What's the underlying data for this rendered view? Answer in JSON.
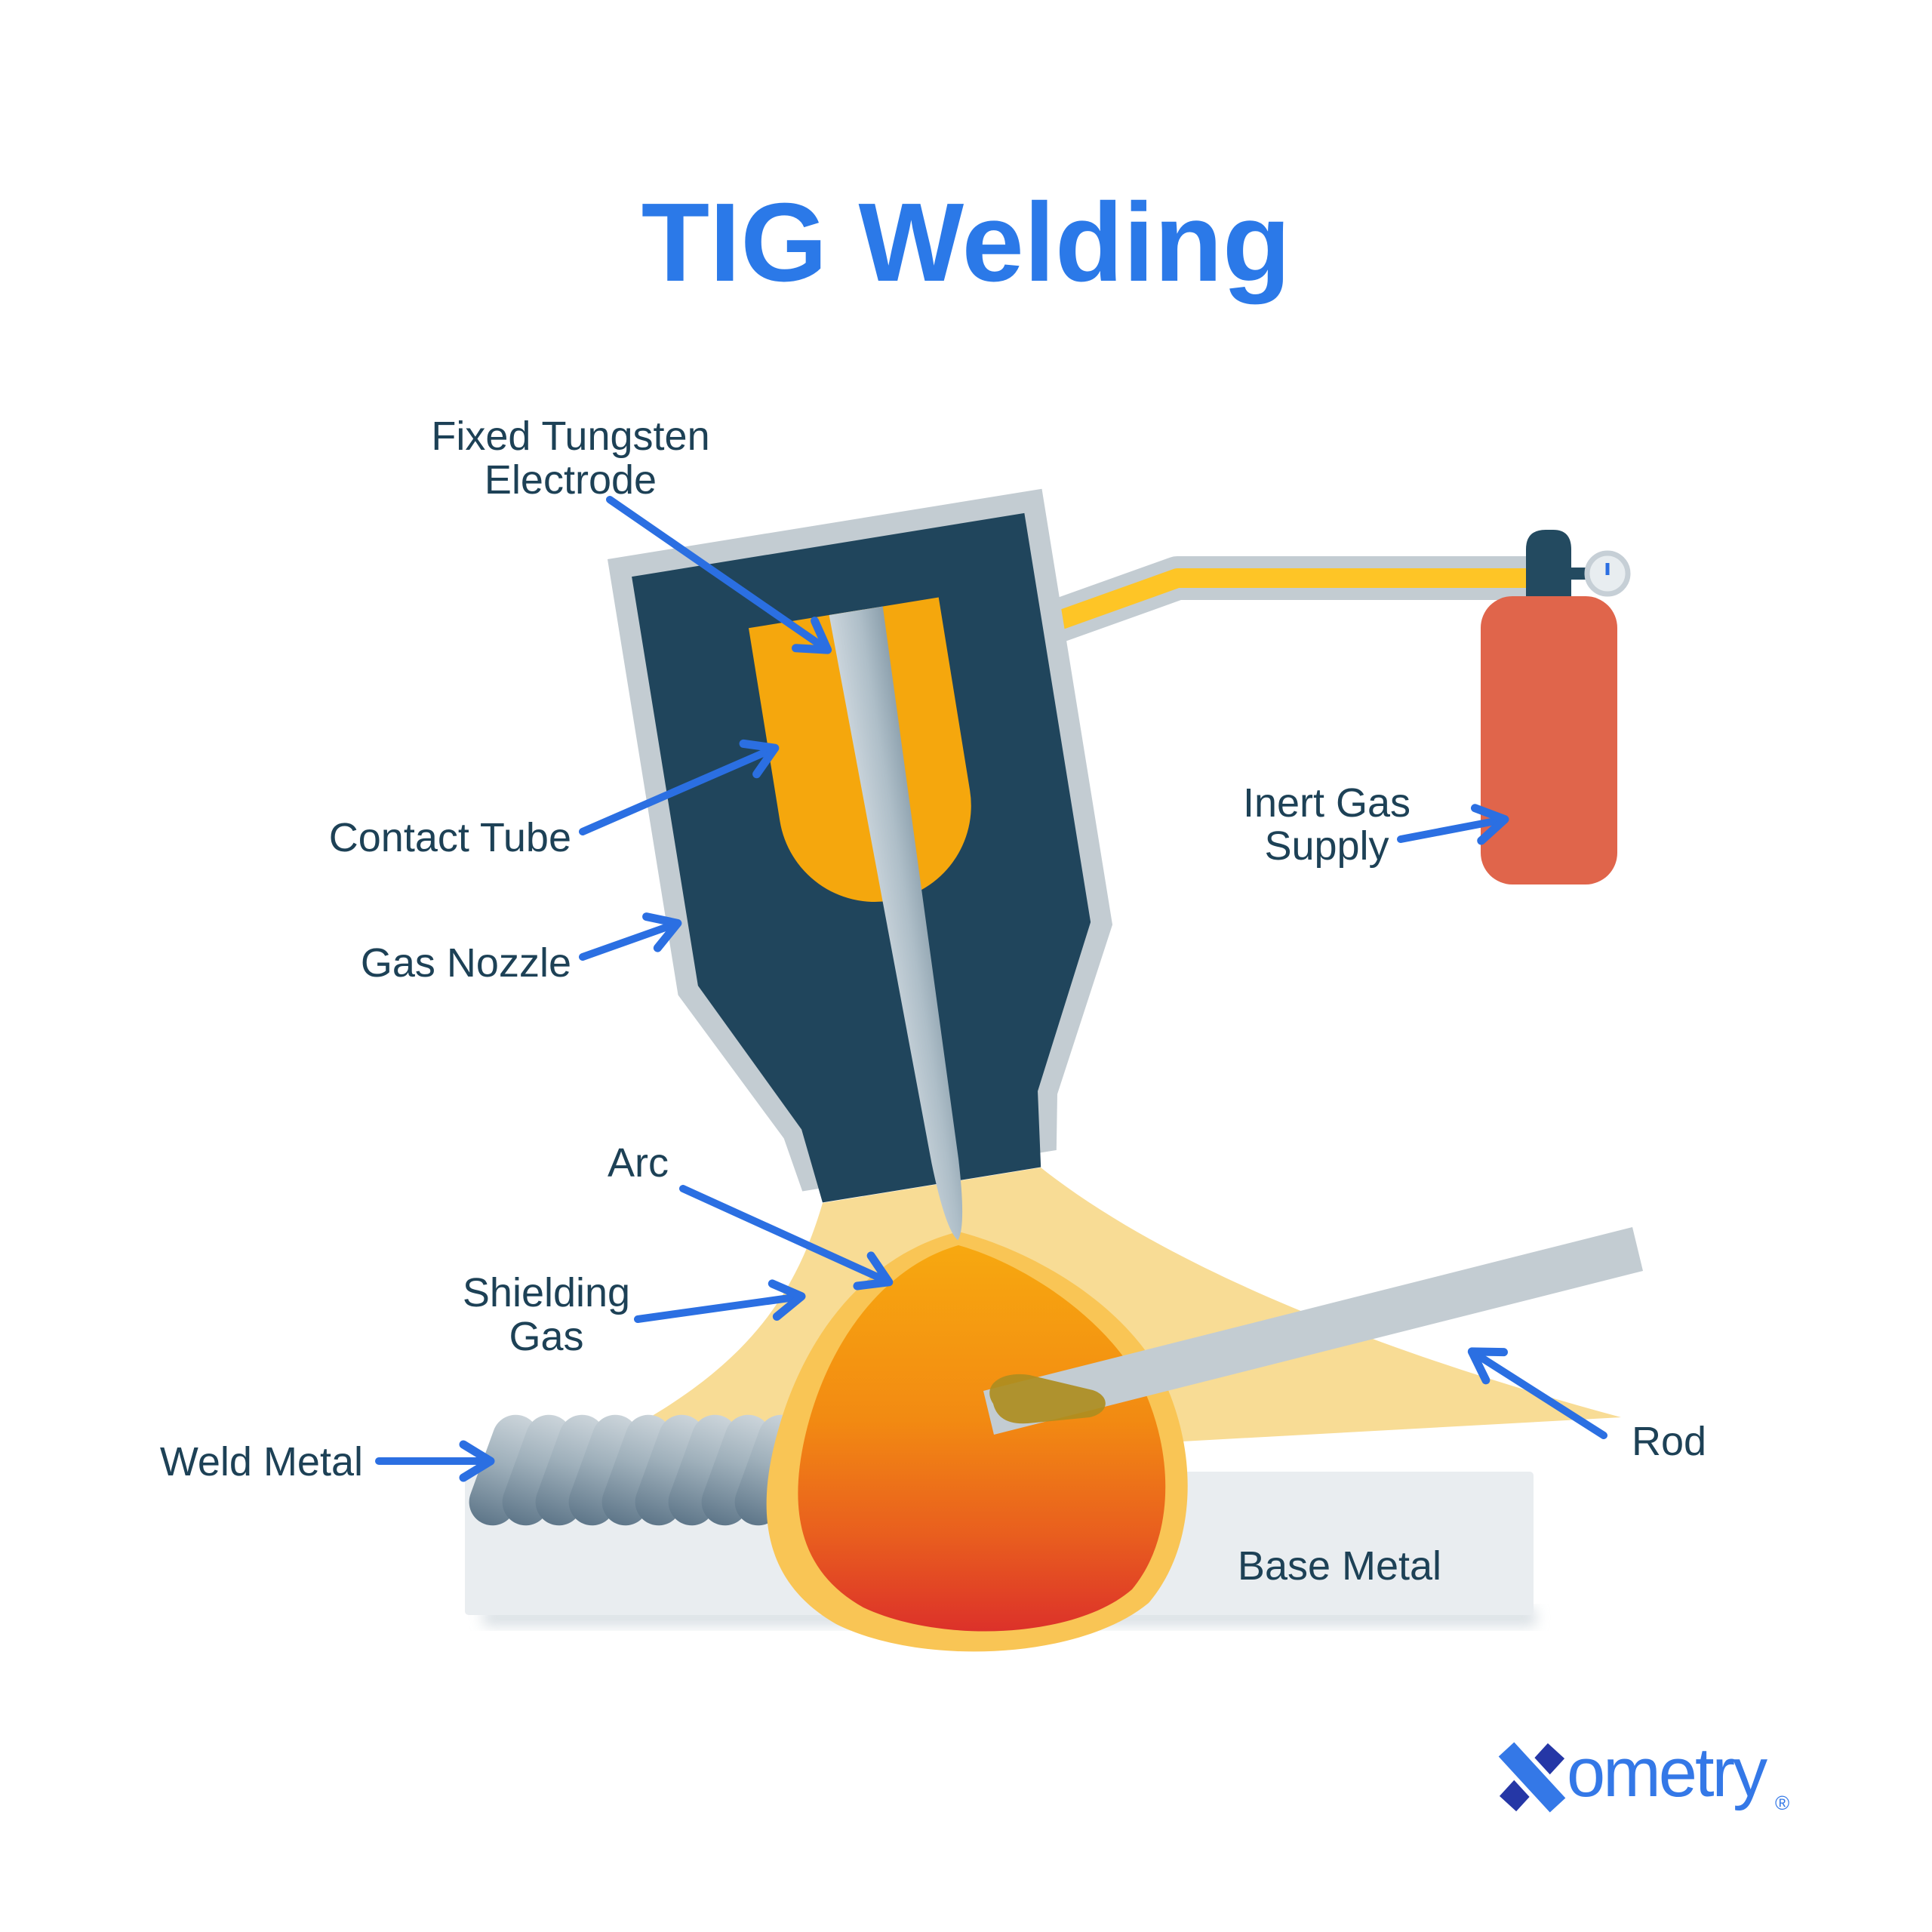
{
  "title": "TIG Welding",
  "labels": {
    "fixed_tungsten_electrode": {
      "line1": "Fixed Tungsten",
      "line2": "Electrode"
    },
    "contact_tube": "Contact Tube",
    "gas_nozzle": "Gas Nozzle",
    "arc": "Arc",
    "shielding_gas": {
      "line1": "Shielding",
      "line2": "Gas"
    },
    "weld_metal": "Weld Metal",
    "inert_gas_supply": {
      "line1": "Inert Gas",
      "line2": "Supply"
    },
    "rod": "Rod",
    "base_metal": "Base Metal"
  },
  "logo": {
    "wordmark": "ometry",
    "registered": "®"
  },
  "colors": {
    "title_blue": "#2B79E8",
    "label_navy": "#1D4156",
    "arrow_blue": "#2B6FE2",
    "torch_body_navy": "#20455C",
    "metal_gray": "#C3CCD2",
    "contact_tube_orange": "#F5A70D",
    "hose_yellow": "#FEC526",
    "shielding_gas_yellow": "#F8DC95",
    "arc_halo_yellow": "#F9C555",
    "arc_top_orange": "#F7A70D",
    "arc_bottom_red": "#DB2B28",
    "rod_tip_olive": "#AE8D1F",
    "cylinder_salmon": "#E0654B",
    "valve_navy": "#234A60",
    "gauge_face": "#E8EDF0",
    "base_metal_gray": "#E9EDF0",
    "weld_coil_slate": "#5E7689",
    "logo_dark_blue": "#2537A6",
    "logo_light_blue": "#3478E7"
  }
}
